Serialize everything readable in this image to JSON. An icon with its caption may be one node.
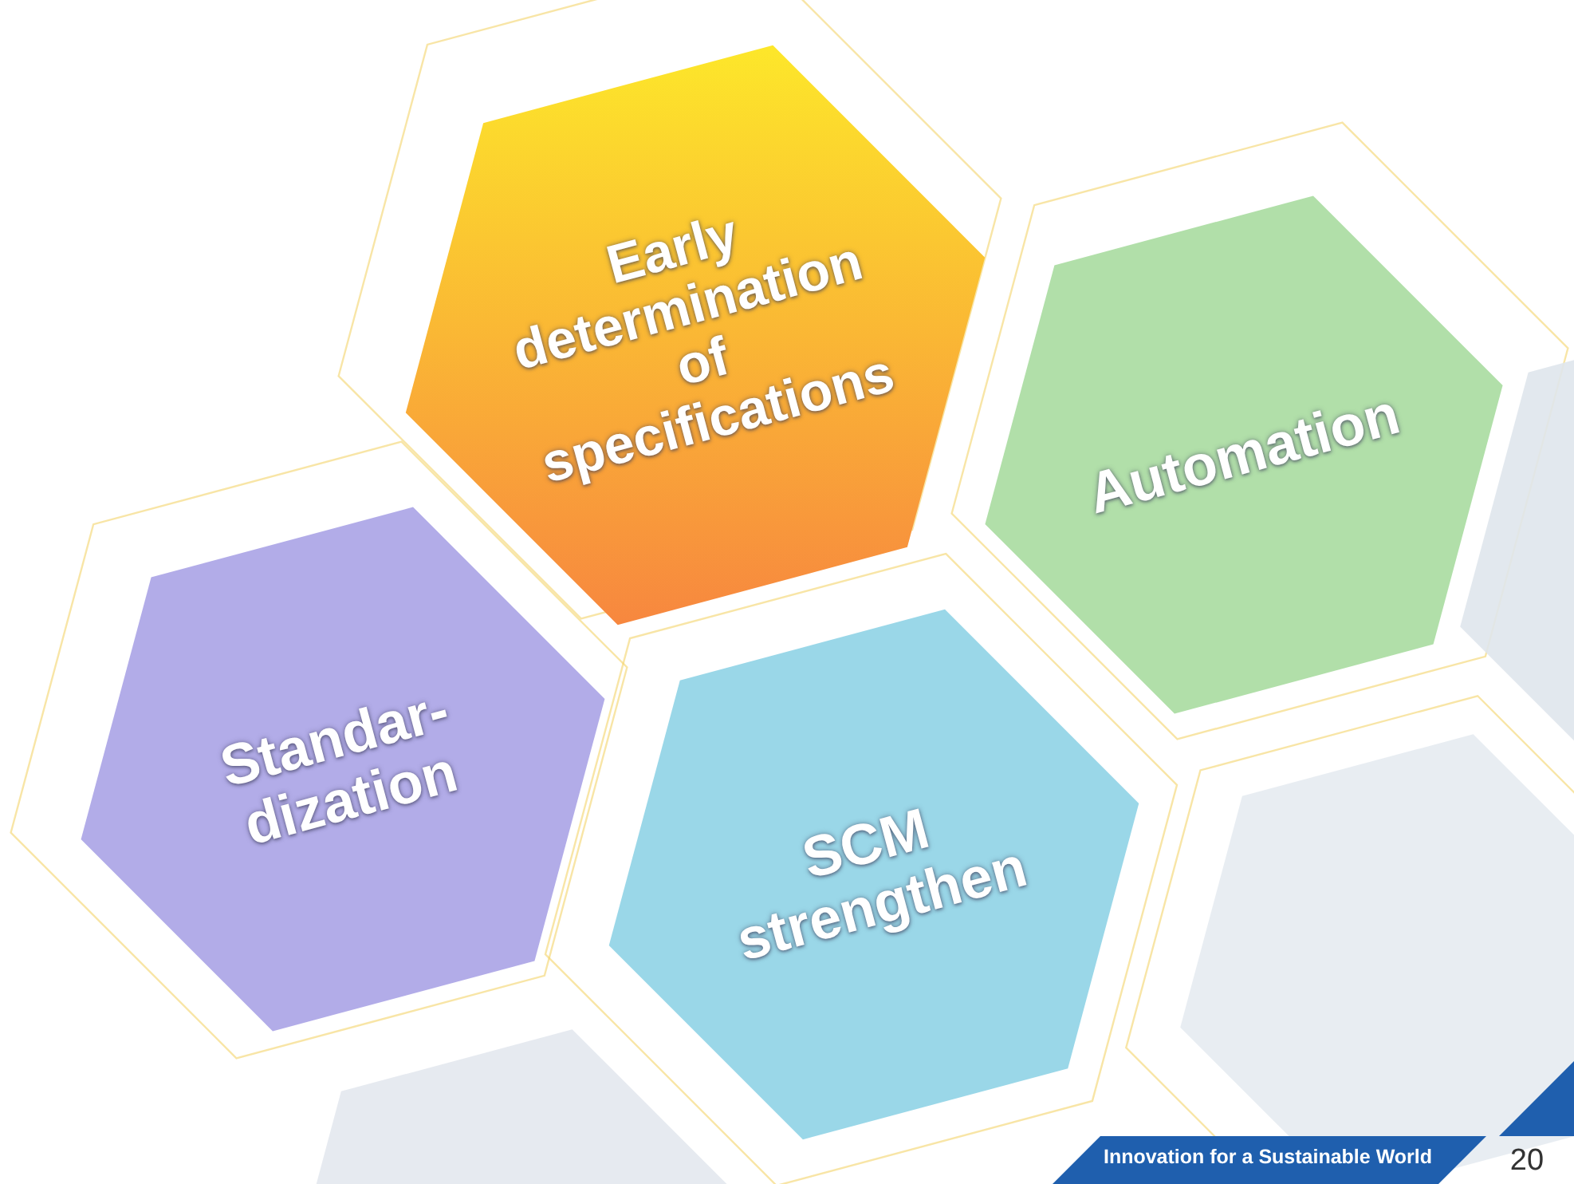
{
  "diagram": {
    "nodes": [
      {
        "text": [
          "Early determination of specifications"
        ]
      },
      {
        "text": [
          "Automation"
        ]
      },
      {
        "text": [
          "Standar- dization"
        ]
      },
      {
        "text": [
          "SCM strengthen"
        ]
      },
      {
        "text": [],
        "shape": "hexagon"
      },
      {
        "text": [],
        "shape": "hexagon"
      },
      {
        "text": [],
        "shape": "hexagon"
      }
    ],
    "labels": [
      "Innovation for a Sustainable World",
      "20"
    ]
  }
}
